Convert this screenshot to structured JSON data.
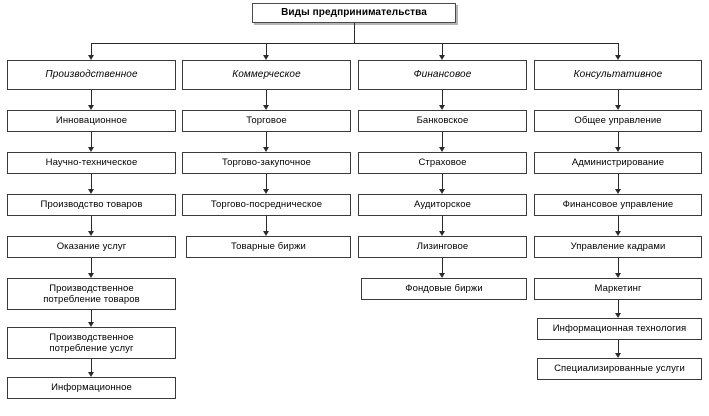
{
  "diagram": {
    "title": "Виды предпринимательства",
    "columns": [
      {
        "id": "column-proizvodstvennoe",
        "header": "Производственное",
        "items": [
          "Инновационное",
          "Научно-техническое",
          "Производство товаров",
          "Оказание услуг",
          "Производственное\nпотребление товаров",
          "Производственное\nпотребление услуг",
          "Информационное"
        ]
      },
      {
        "id": "column-kommercheskoe",
        "header": "Коммерческое",
        "items": [
          "Торговое",
          "Торгово-закупочное",
          "Торгово-посредническое",
          "Товарные биржи"
        ]
      },
      {
        "id": "column-finansovoe",
        "header": "Финансовое",
        "items": [
          "Банковское",
          "Страховое",
          "Аудиторское",
          "Лизинговое",
          "Фондовые биржи"
        ]
      },
      {
        "id": "column-konsultativnoe",
        "header": "Консультативное",
        "items": [
          "Общее управление",
          "Администрирование",
          "Финансовое управление",
          "Управление кадрами",
          "Маркетинг",
          "Информационная технология",
          "Специализированные услуги"
        ]
      }
    ]
  },
  "colors": {
    "line": "#2a2a2a",
    "box_border": "#3a3a3a",
    "background": "#ffffff",
    "text": "#000000"
  }
}
